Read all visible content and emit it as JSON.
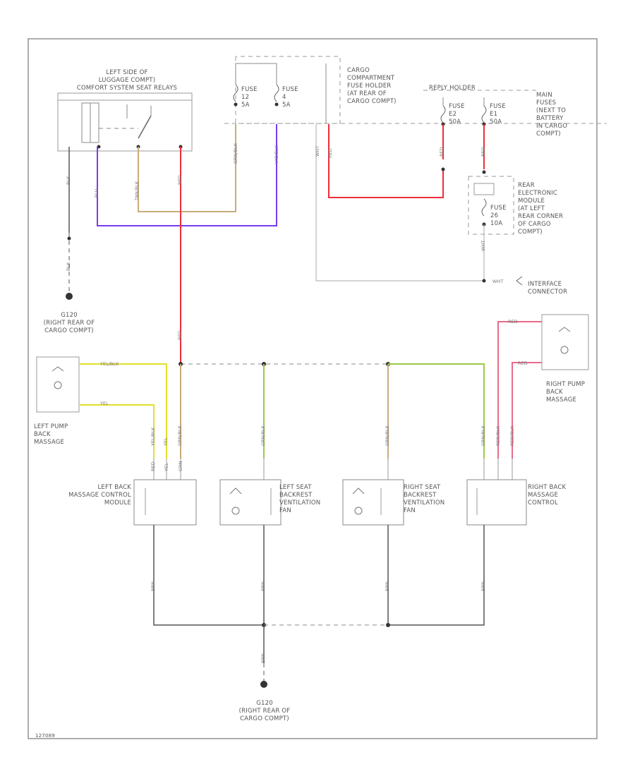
{
  "colors": {
    "red": "#ee2f3a",
    "purple": "#7a3cf0",
    "tan": "#c8ac7a",
    "yellow": "#e2e02a",
    "green": "#9cc84a",
    "gray": "#aaaaaa",
    "black": "#555555",
    "pink": "#e86a8a"
  },
  "labels": {
    "luggage_switch": "LEFT SIDE OF\nLUGGAGE COMPT)\nCOMFORT SYSTEM SEAT RELAYS",
    "fuse12": "FUSE\n12\n5A",
    "fuse4": "FUSE\n4\n5A",
    "cargo_fuse_holder": "CARGO\nCOMPARTMENT\nFUSE HOLDER\n(AT REAR OF\nCARGO COMPT)",
    "fuse_holder_header": "REPLY HOLDER",
    "fuse_e2": "FUSE\nE2\n50A",
    "fuse_e1": "FUSE\nE1\n50A",
    "main_fuses": "MAIN\nFUSES\n(NEXT TO\nBATTERY\nIN CARGO\nCOMPT)",
    "rear_module": "REAR\nELECTRONIC\nMODULE\n(AT LEFT\nREAR CORNER\nOF CARGO\nCOMPT)",
    "fuse_rem": "FUSE\n26\n10A",
    "interface": "INTERFACE\nCONNECTOR",
    "ground_top": "G120\n(RIGHT REAR OF\nCARGO COMPT)",
    "left_pump": "LEFT PUMP\nBACK\nMASSAGE",
    "right_pump": "RIGHT PUMP\nBACK\nMASSAGE",
    "left_back_module": "LEFT BACK\nMASSAGE CONTROL\nMODULE",
    "left_fan": "LEFT SEAT\nBACKREST\nVENTILATION\nFAN",
    "right_fan": "RIGHT SEAT\nBACKREST\nVENTILATION\nFAN",
    "right_back_module": "RIGHT BACK\nMASSAGE\nCONTROL",
    "ground_bottom": "G120\n(RIGHT REAR OF\nCARGO COMPT)",
    "footer_id": "127089"
  },
  "wire_labels": {
    "blk1": "BLK",
    "blk2": "BLK",
    "blu": "BLU",
    "tan": "TAN/BLK",
    "red_sw": "RED",
    "grn_f12": "GRN/BLK",
    "vio_f4": "VIO/BLK",
    "wht": "WHT",
    "red_fh": "RED",
    "red_e2": "RED",
    "red_e1": "RED",
    "red_rem": "RED",
    "wht_rem": "WHT",
    "wht_if": "WHT",
    "red_splice": "RED",
    "yel_top": "YEL/BLK",
    "yel_bot": "YEL",
    "l1": "YEL/BLK",
    "l2": "YEL",
    "l3": "GRN/BLK",
    "lf": "GRN/BLK",
    "rf": "GRN/BLK",
    "r1": "GRN/BLK",
    "r2": "RED/BLK",
    "r3": "RED/BLK",
    "rp_top": "RED",
    "rp_bot": "RED",
    "gnd1": "BRN",
    "gnd2": "BRN",
    "gnd3": "BRN",
    "gnd4": "BRN",
    "gnd_main": "BRN",
    "pin1": "RED",
    "pin2": "YEL",
    "pin3": "GRN"
  }
}
